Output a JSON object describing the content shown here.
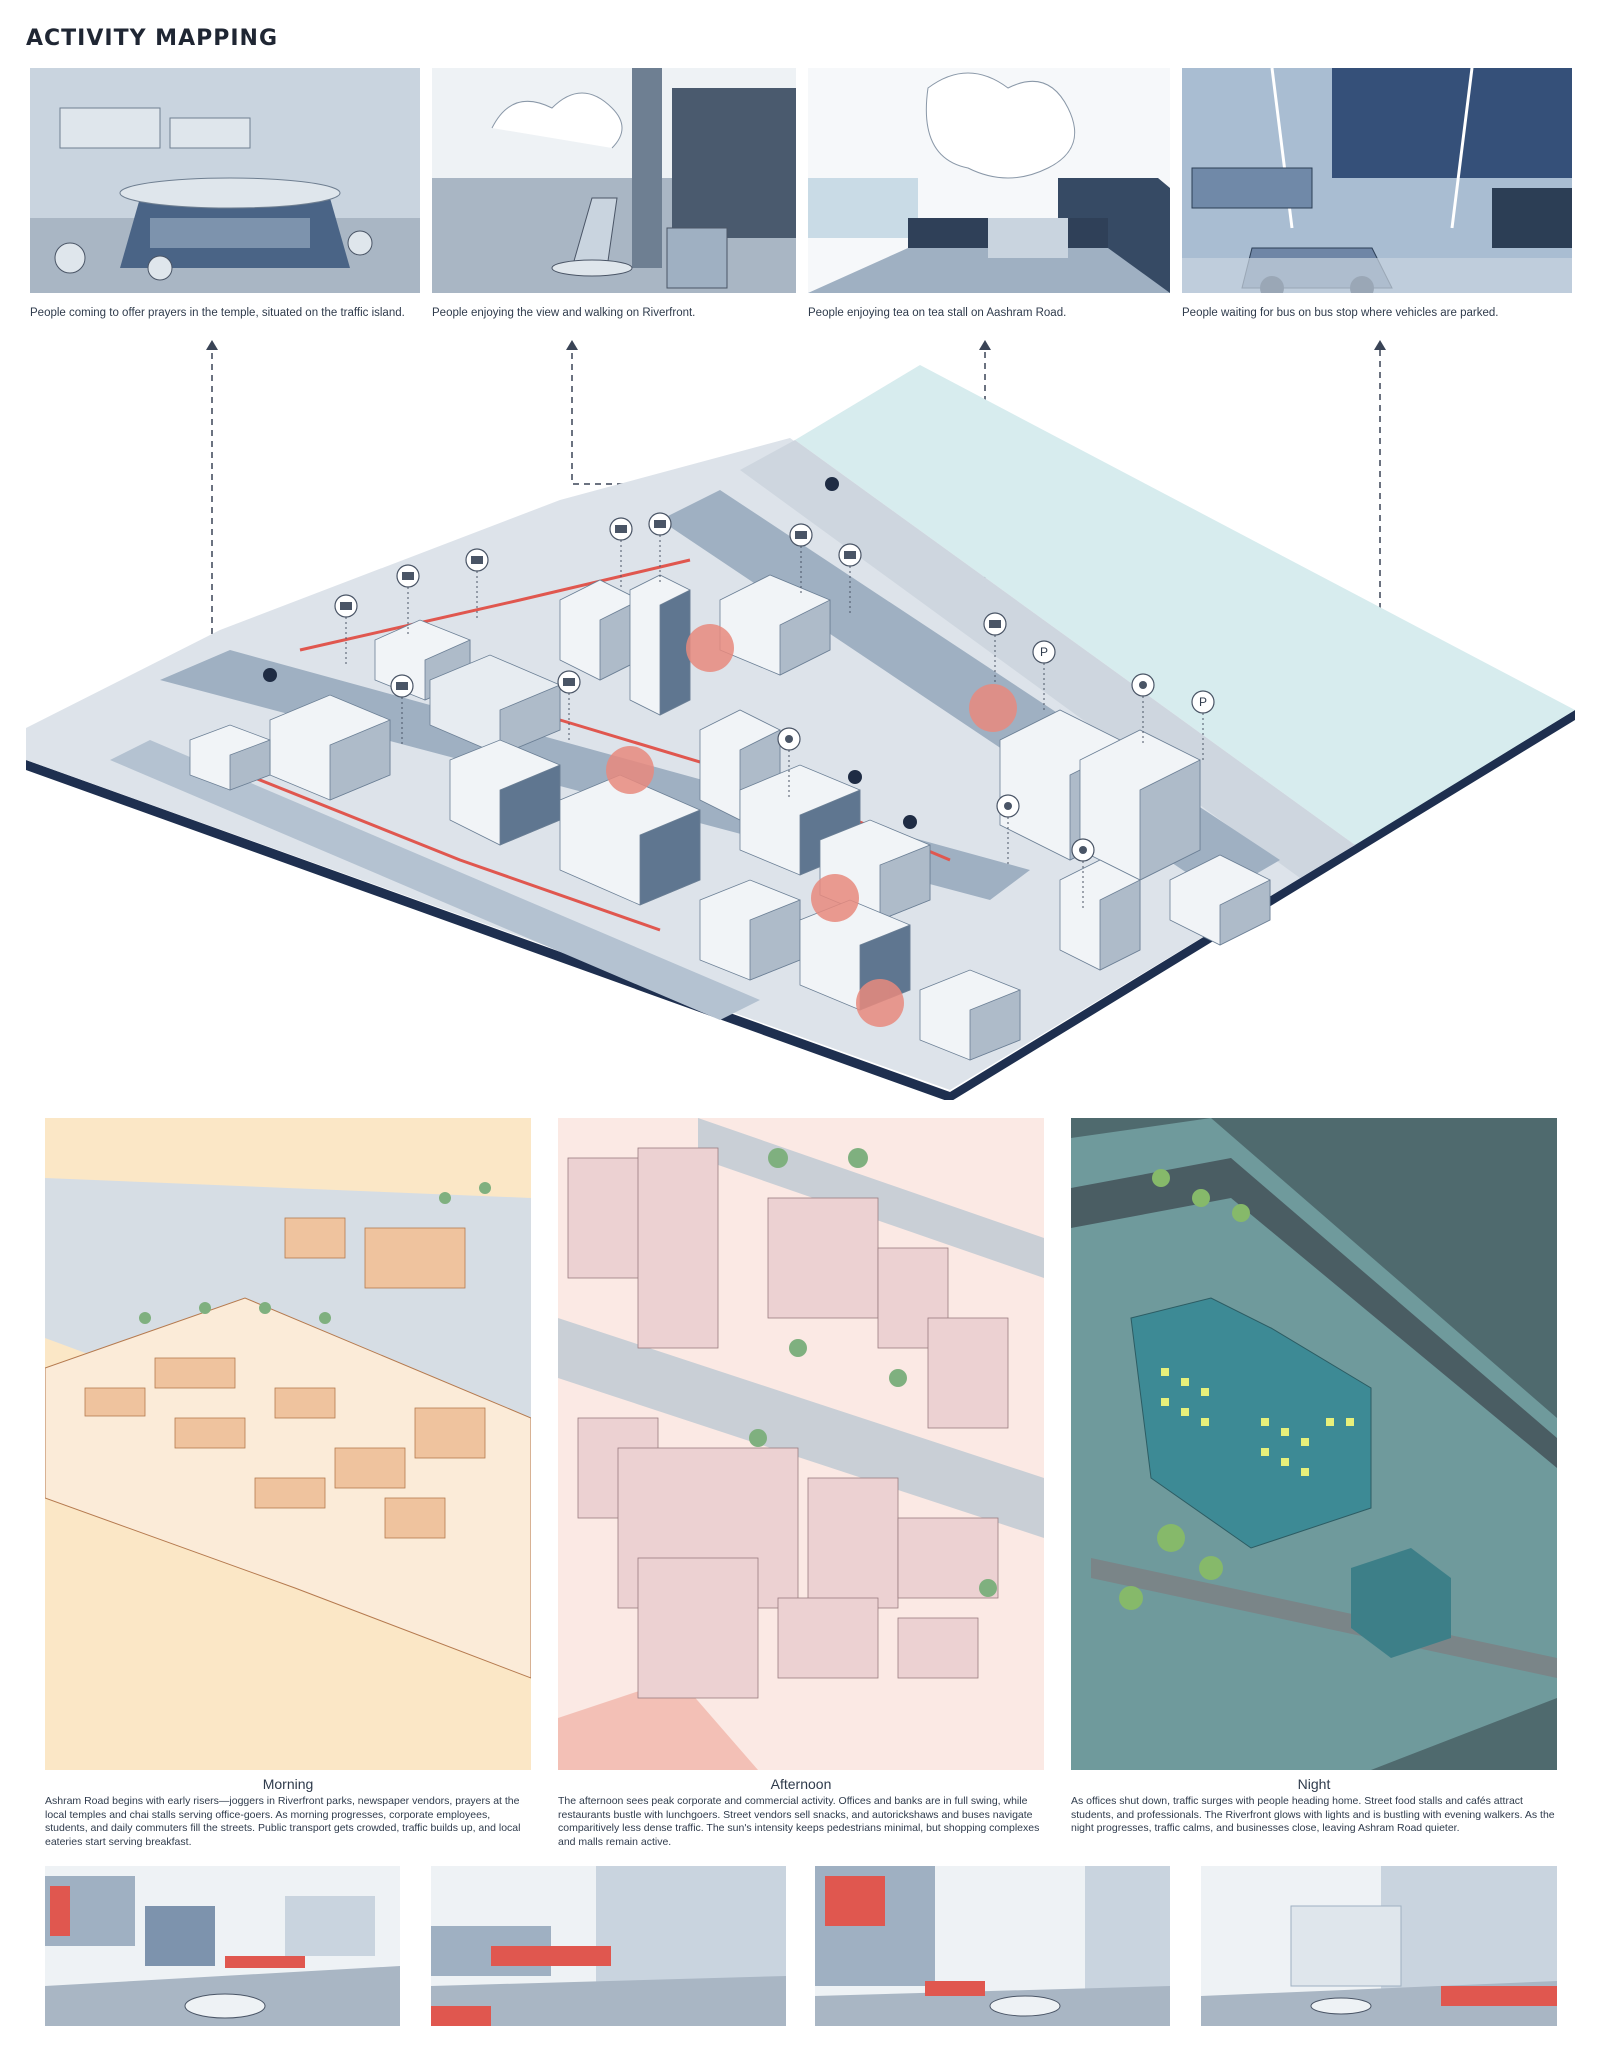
{
  "title": "ACTIVITY MAPPING",
  "scenes": [
    {
      "caption": "People coming to offer prayers in the temple, situated on the traffic island."
    },
    {
      "caption": "People enjoying the view and walking on Riverfront."
    },
    {
      "caption": "People enjoying tea on tea stall on Aashram Road."
    },
    {
      "caption": "People waiting for bus on bus stop where vehicles are parked."
    }
  ],
  "map": {
    "icons": [
      "book-icon",
      "tv-icon",
      "tv-icon",
      "tv-icon",
      "tv-icon",
      "tv-icon",
      "tv-icon",
      "tv-icon",
      "tv-icon",
      "camera-icon",
      "parking-icon",
      "parking-icon",
      "signal-icon",
      "signal-icon",
      "signal-icon",
      "signal-icon"
    ],
    "parking_label": "P",
    "colors": {
      "accent": "#e0574f",
      "hotspot": "#e88a7e",
      "water": "#d7ecee",
      "road": "#9fb0c2",
      "buildings": "#f1f4f7",
      "building_shadow": "#6b7f95",
      "base": "#1e2f4f"
    }
  },
  "times": [
    {
      "title": "Morning",
      "text": "Ashram Road begins with early risers—joggers in Riverfront parks, newspaper vendors, prayers at the local temples and chai stalls serving office-goers. As morning progresses, corporate employees, students, and daily commuters fill the streets. Public transport gets crowded, traffic builds up, and local eateries start serving breakfast.",
      "color": "#fbe7c6"
    },
    {
      "title": "Afternoon",
      "text": "The afternoon sees peak corporate and commercial activity. Offices and banks are in full swing, while restaurants bustle with lunchgoers. Street vendors sell snacks, and autorickshaws and buses navigate comparitively less dense traffic. The sun's intensity keeps pedestrians minimal, but shopping complexes and malls remain active.",
      "color": "#f3d4cc"
    },
    {
      "title": "Night",
      "text": "As offices shut down, traffic surges with people heading home. Street food stalls and cafés attract students, and professionals. The Riverfront glows with lights and is bustling with evening walkers. As the night progresses, traffic calms, and businesses close, leaving Ashram Road quieter.",
      "color": "#4f6a6e"
    }
  ]
}
